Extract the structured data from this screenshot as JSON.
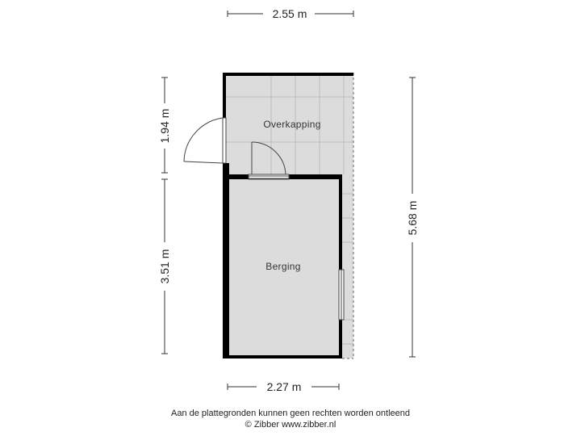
{
  "dimensions": {
    "top_width": "2.55 m",
    "bottom_width": "2.27 m",
    "left_upper_height": "1.94 m",
    "left_lower_height": "3.51 m",
    "right_total_height": "5.68 m"
  },
  "rooms": {
    "overkapping": "Overkapping",
    "berging": "Berging"
  },
  "footer": {
    "disclaimer": "Aan de plattegronden kunnen geen rechten worden ontleend",
    "copyright": "© Zibber www.zibber.nl"
  },
  "colors": {
    "wall": "#000000",
    "floor": "#dcdcdc",
    "grid": "#bdbdbd",
    "dimension_line": "#333333"
  }
}
